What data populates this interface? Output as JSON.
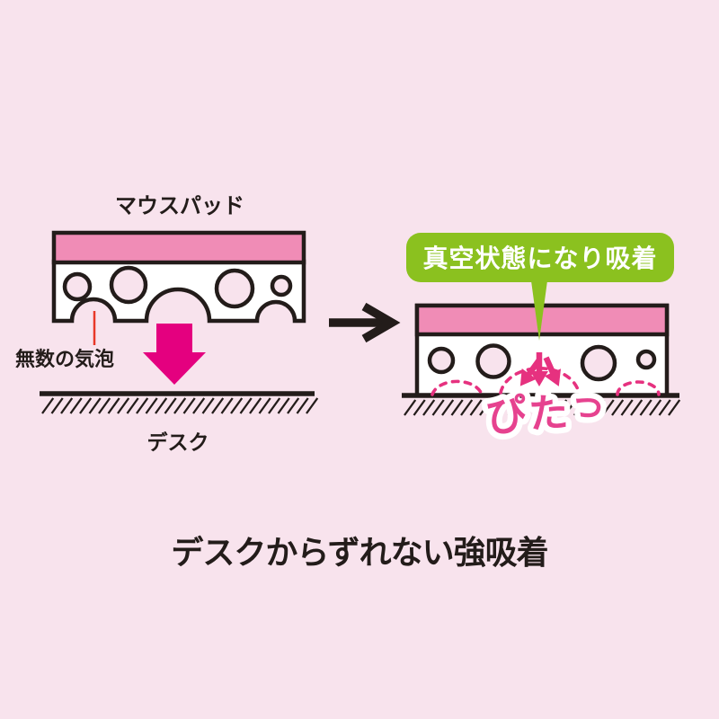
{
  "colors": {
    "background": "#f8e3ed",
    "outline_black": "#231c1a",
    "pad_surface_pink": "#f08cb6",
    "press_arrow_magenta": "#e4007f",
    "leader_line_red": "#e83828",
    "callout_green": "#8bc11f",
    "sfx_pink": "#e6428f",
    "suction_arrow_pink": "#e6317f"
  },
  "left_diagram": {
    "title": "マウスパッド",
    "bubbles_label": "無数の気泡",
    "desk_label": "デスク"
  },
  "right_diagram": {
    "callout": "真空状態になり吸着",
    "sfx": "ぴたっ",
    "sfx_chars": [
      "ぴ",
      "た",
      "っ"
    ]
  },
  "headline": "デスクからずれない強吸着"
}
